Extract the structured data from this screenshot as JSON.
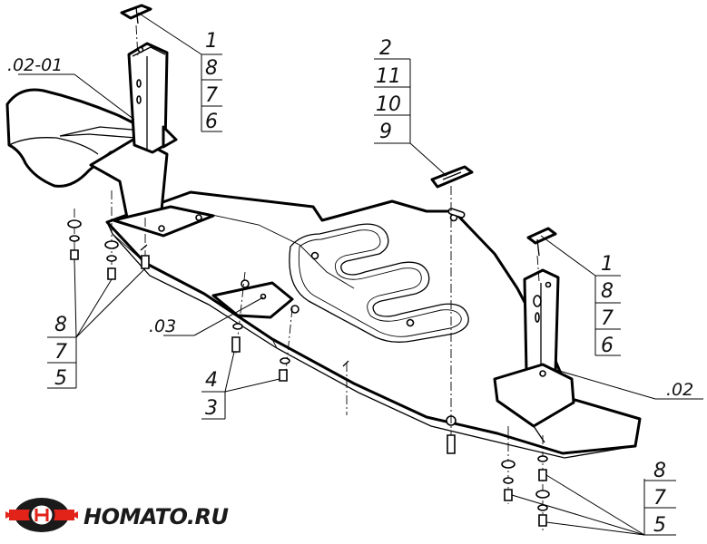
{
  "callouts": {
    "top_left_bracket": [
      "1",
      "8",
      "7",
      "6"
    ],
    "top_center": [
      "2",
      "11",
      "10",
      "9"
    ],
    "right_bracket": [
      "1",
      "8",
      "7",
      "6"
    ],
    "left_bolts": [
      "8",
      "7",
      "5"
    ],
    "center_bolts": [
      "4",
      "3"
    ],
    "bottom_right_bolts": [
      "8",
      "7",
      "5"
    ]
  },
  "part_labels": {
    "left_mount": ".02-01",
    "center_plate": ".03",
    "right_mount": ".02"
  },
  "logo": {
    "text": "HOMATO.RU",
    "colors": {
      "red": "#e2231a",
      "dark": "#1a1a1a"
    }
  }
}
